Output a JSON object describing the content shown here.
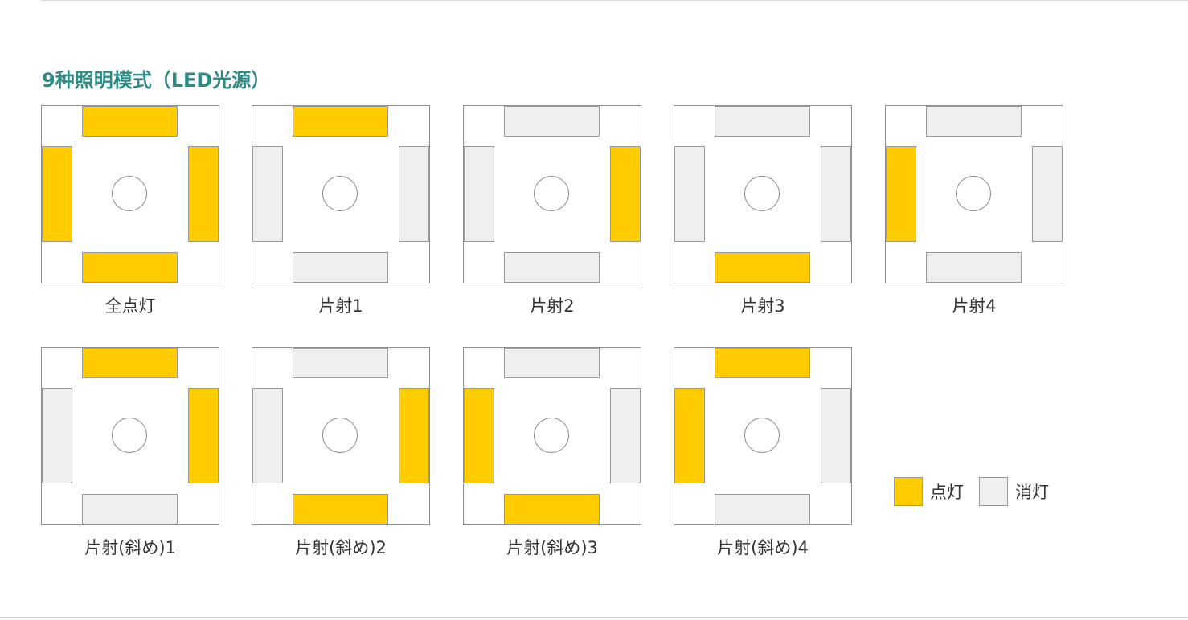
{
  "title": "9种照明模式（LED光源）",
  "colors": {
    "on": "#ffcc00",
    "off": "#efefef",
    "title": "#2e8b86"
  },
  "modes": [
    {
      "label": "全点灯",
      "top": true,
      "left": true,
      "right": true,
      "bottom": true
    },
    {
      "label": "片射1",
      "top": true,
      "left": false,
      "right": false,
      "bottom": false
    },
    {
      "label": "片射2",
      "top": false,
      "left": false,
      "right": true,
      "bottom": false
    },
    {
      "label": "片射3",
      "top": false,
      "left": false,
      "right": false,
      "bottom": true
    },
    {
      "label": "片射4",
      "top": false,
      "left": true,
      "right": false,
      "bottom": false
    },
    {
      "label": "片射(斜め)1",
      "top": true,
      "left": false,
      "right": true,
      "bottom": false
    },
    {
      "label": "片射(斜め)2",
      "top": false,
      "left": false,
      "right": true,
      "bottom": true
    },
    {
      "label": "片射(斜め)3",
      "top": false,
      "left": true,
      "right": false,
      "bottom": true
    },
    {
      "label": "片射(斜め)4",
      "top": true,
      "left": true,
      "right": false,
      "bottom": false
    }
  ],
  "legend": {
    "on_label": "点灯",
    "off_label": "消灯"
  }
}
